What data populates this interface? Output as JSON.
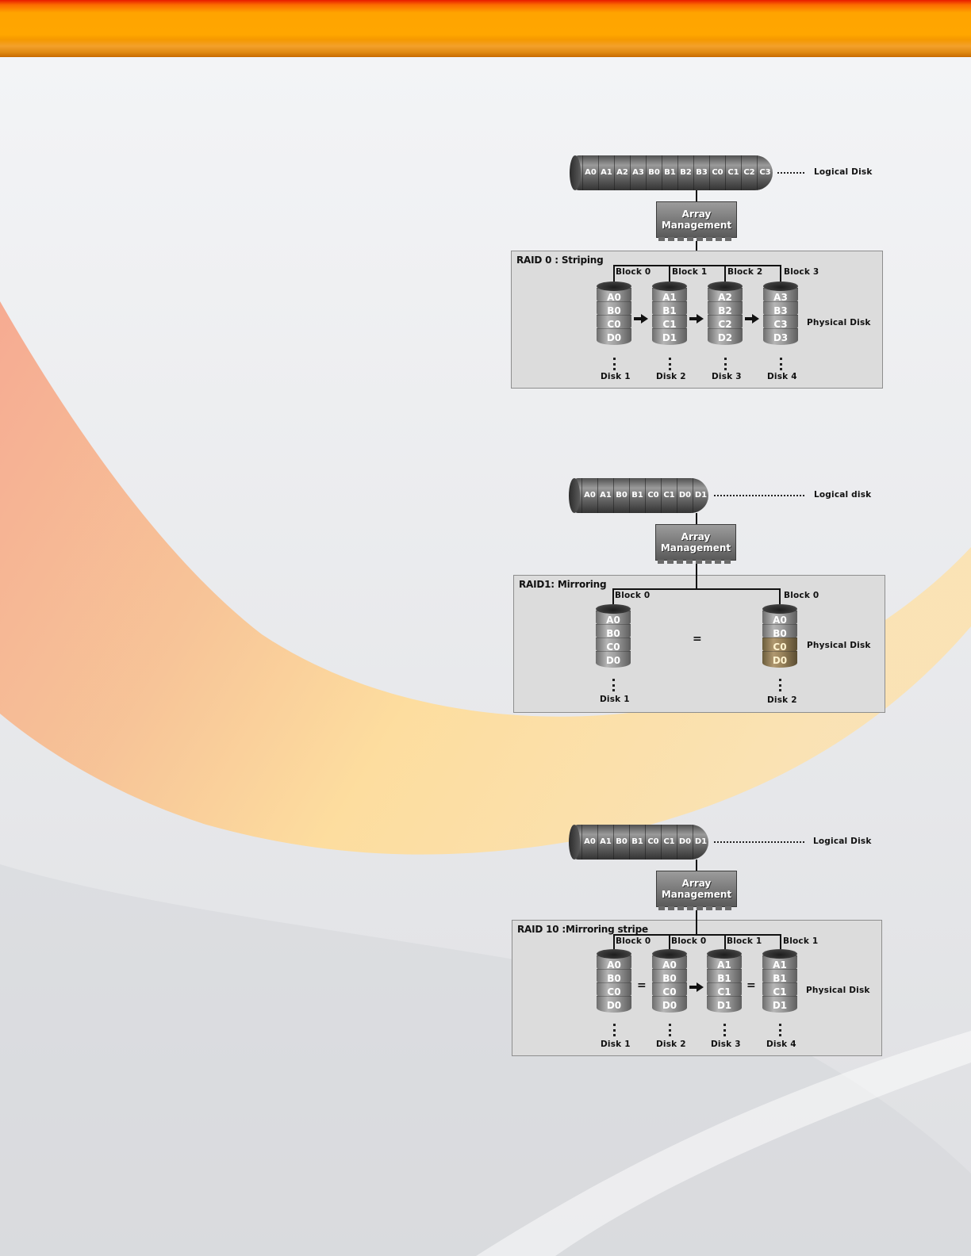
{
  "colors": {
    "banner_top": "#e81a00",
    "banner": "#ffa400",
    "box_fill": "#dcdcdc",
    "disk_grey": "#8a8a8a",
    "mirror_tint": "#a8926a"
  },
  "raid0": {
    "title": "RAID 0 : Striping",
    "logical_segments": [
      "A0",
      "A1",
      "A2",
      "A3",
      "B0",
      "B1",
      "B2",
      "B3",
      "C0",
      "C1",
      "C2",
      "C3"
    ],
    "logical_label": "Logical Disk",
    "array_line1": "Array",
    "array_line2": "Management",
    "physical_label": "Physical Disk",
    "disks": [
      {
        "block": "Block 0",
        "name": "Disk 1",
        "platters": [
          "A0",
          "B0",
          "C0",
          "D0"
        ]
      },
      {
        "block": "Block 1",
        "name": "Disk 2",
        "platters": [
          "A1",
          "B1",
          "C1",
          "D1"
        ]
      },
      {
        "block": "Block 2",
        "name": "Disk 3",
        "platters": [
          "A2",
          "B2",
          "C2",
          "D2"
        ]
      },
      {
        "block": "Block 3",
        "name": "Disk 4",
        "platters": [
          "A3",
          "B3",
          "C3",
          "D3"
        ]
      }
    ]
  },
  "raid1": {
    "title": "RAID1: Mirroring",
    "logical_segments": [
      "A0",
      "A1",
      "B0",
      "B1",
      "C0",
      "C1",
      "D0",
      "D1"
    ],
    "logical_label": "Logical disk",
    "array_line1": "Array",
    "array_line2": "Management",
    "physical_label": "Physical Disk",
    "equals": "=",
    "disks": [
      {
        "block": "Block 0",
        "name": "Disk 1",
        "platters": [
          "A0",
          "B0",
          "C0",
          "D0"
        ]
      },
      {
        "block": "Block 0",
        "name": "Disk 2",
        "platters": [
          "A0",
          "B0",
          "C0",
          "D0"
        ]
      }
    ]
  },
  "raid10": {
    "title": "RAID 10 :Mirroring stripe",
    "logical_segments": [
      "A0",
      "A1",
      "B0",
      "B1",
      "C0",
      "C1",
      "D0",
      "D1"
    ],
    "logical_label": "Logical Disk",
    "array_line1": "Array",
    "array_line2": "Management",
    "physical_label": "Physical Disk",
    "equals": "=",
    "disks": [
      {
        "block": "Block 0",
        "name": "Disk 1",
        "platters": [
          "A0",
          "B0",
          "C0",
          "D0"
        ]
      },
      {
        "block": "Block 0",
        "name": "Disk 2",
        "platters": [
          "A0",
          "B0",
          "C0",
          "D0"
        ]
      },
      {
        "block": "Block 1",
        "name": "Disk 3",
        "platters": [
          "A1",
          "B1",
          "C1",
          "D1"
        ]
      },
      {
        "block": "Block 1",
        "name": "Disk 4",
        "platters": [
          "A1",
          "B1",
          "C1",
          "D1"
        ]
      }
    ]
  }
}
